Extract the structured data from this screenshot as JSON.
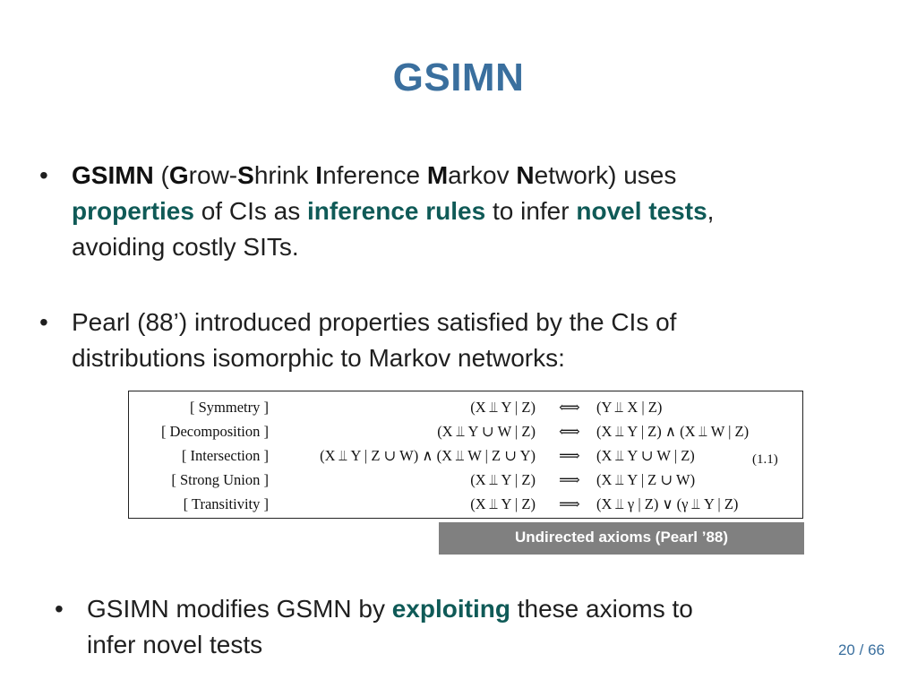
{
  "title": "GSIMN",
  "bullet_glyph": "•",
  "bullet1": {
    "t1": "GSIMN",
    "t2": " (",
    "t3": "G",
    "t4": "row-",
    "t5": "S",
    "t6": "hrink ",
    "t7": "I",
    "t8": "nference ",
    "t9": "M",
    "t10": "arkov ",
    "t11": "N",
    "t12": "etwork) uses",
    "t13": "properties",
    "t14": " of CIs as ",
    "t15": "inference rules",
    "t16": " to infer ",
    "t17": "novel tests",
    "t18": ",",
    "t19": "avoiding costly SITs."
  },
  "bullet2": {
    "line1": "Pearl (88’) introduced properties satisfied by the CIs of",
    "line2": "distributions isomorphic to Markov networks:"
  },
  "axioms": [
    {
      "name": "[ Symmetry ]",
      "lhs": "(X ⫫ Y | Z)",
      "op": "⟺",
      "rhs": "(Y ⫫ X | Z)"
    },
    {
      "name": "[ Decomposition ]",
      "lhs": "(X ⫫ Y ∪ W | Z)",
      "op": "⟺",
      "rhs": "(X ⫫ Y | Z)  ∧  (X ⫫ W | Z)"
    },
    {
      "name": "[ Intersection ]",
      "lhs": "(X ⫫ Y | Z ∪ W)  ∧  (X ⫫ W | Z ∪ Y)",
      "op": "⟹",
      "rhs": "(X ⫫ Y ∪ W | Z)"
    },
    {
      "name": "[ Strong Union ]",
      "lhs": "(X ⫫ Y | Z)",
      "op": "⟹",
      "rhs": "(X ⫫ Y | Z ∪ W)"
    },
    {
      "name": "[ Transitivity ]",
      "lhs": "(X ⫫ Y | Z)",
      "op": "⟹",
      "rhs": "(X ⫫ γ | Z)  ∨  (γ ⫫ Y | Z)"
    }
  ],
  "equation_number": "(1.1)",
  "caption": "Undirected axioms (Pearl ’88)",
  "bullet3": {
    "t1": "GSIMN modifies GSMN by ",
    "t2": "exploiting",
    "t3": " these axioms to",
    "line2": "infer novel tests"
  },
  "page": {
    "current": "20",
    "separator": "/",
    "total": "66"
  },
  "colors": {
    "title": "#3a6f9e",
    "emphasis": "#0f5a57",
    "caption_bg": "#808080"
  }
}
